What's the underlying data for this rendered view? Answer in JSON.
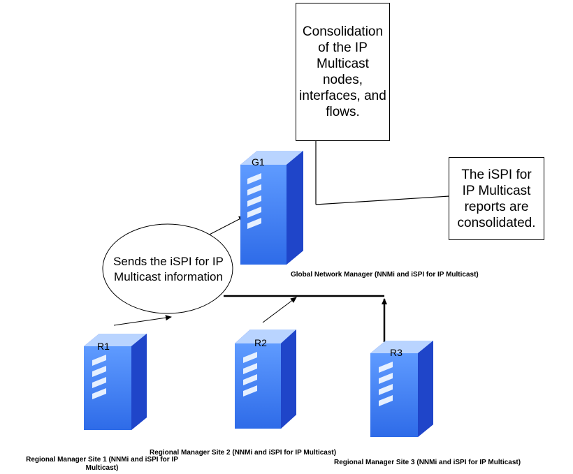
{
  "callouts": {
    "consolidation": "Consolidation\nof the IP\nMulticast\nnodes,\ninterfaces, and\nflows.",
    "reports": "The iSPI for\nIP Multicast\nreports are\nconsolidated."
  },
  "ellipse": {
    "text": "Sends the iSPI for IP\nMulticast information"
  },
  "servers": {
    "g1": {
      "id": "G1",
      "caption": "Global Network Manager (NNMi and iSPI for IP Multicast)"
    },
    "r1": {
      "id": "R1",
      "caption": "Regional Manager Site 1 (NNMi and iSPI for IP\nMulticast)"
    },
    "r2": {
      "id": "R2",
      "caption": "Regional Manager Site 2 (NNMi and iSPI for IP Multicast)"
    },
    "r3": {
      "id": "R3",
      "caption": "Regional Manager Site 3 (NNMi and iSPI for IP Multicast)"
    }
  },
  "colors": {
    "server_side": "#1a3fd6",
    "server_top": "#b9d4ff",
    "server_front": "#3f7ff2",
    "server_slot": "#e6f0ff",
    "line": "#000000"
  },
  "icons": {
    "server": "server-tower-icon"
  }
}
